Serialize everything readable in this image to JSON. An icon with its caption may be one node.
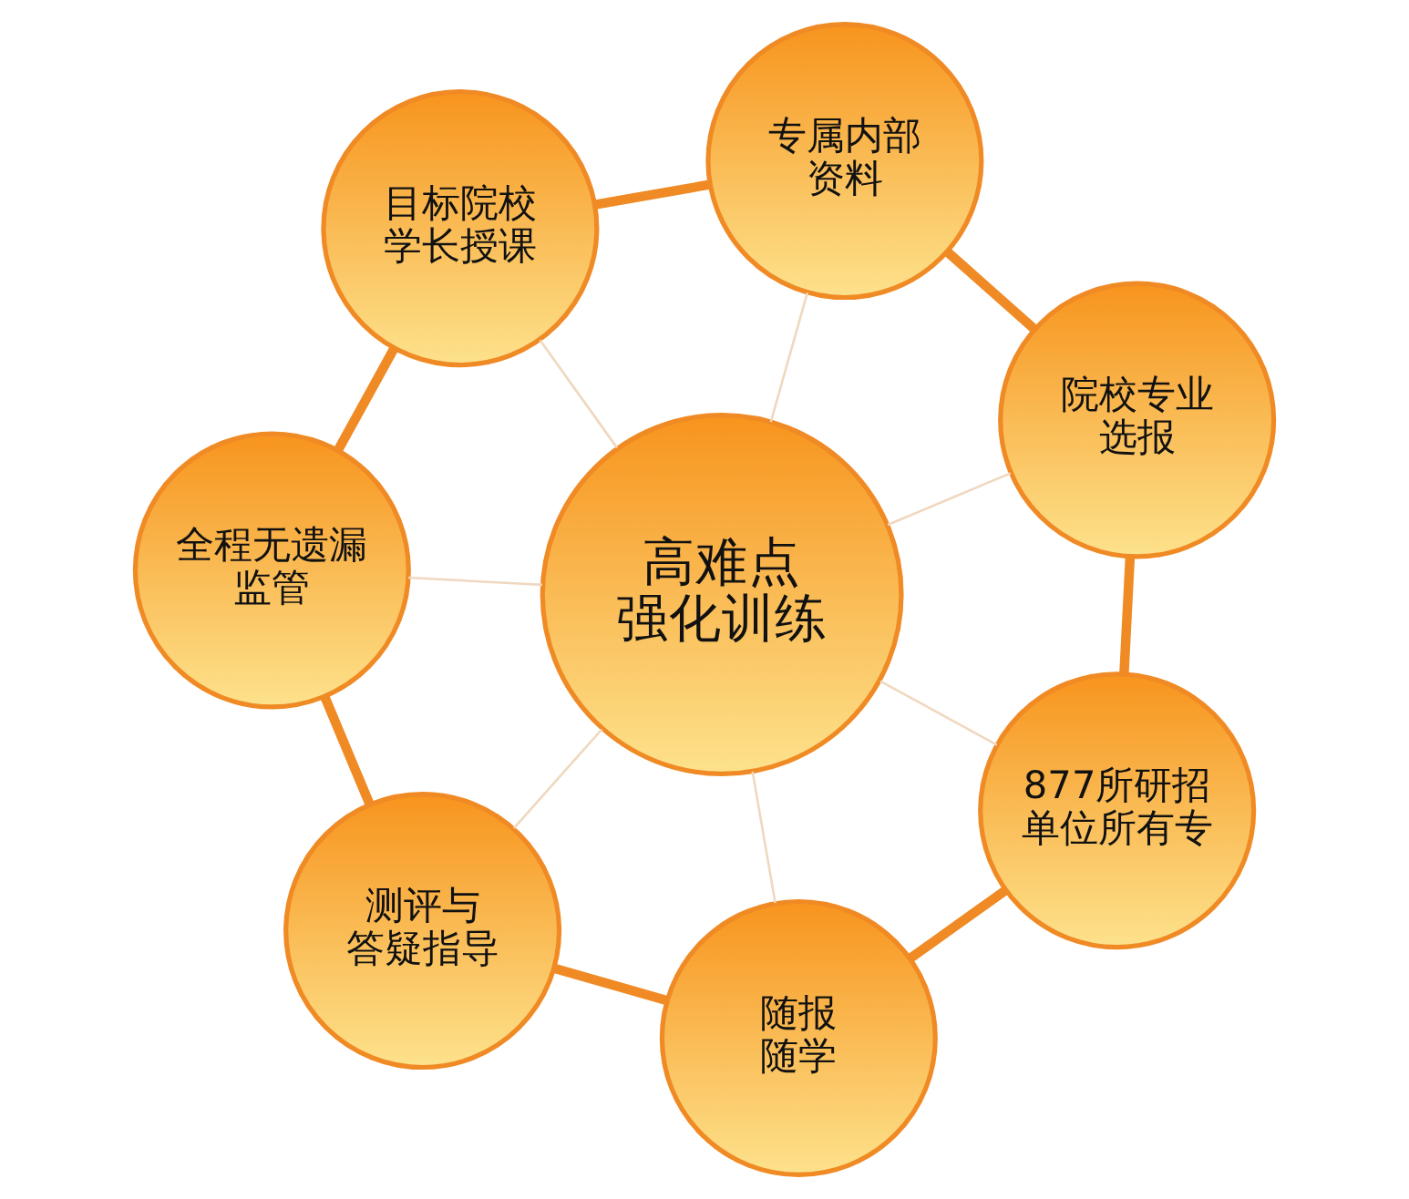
{
  "diagram": {
    "nodes": [
      {
        "text": [
          "高难点强化训练"
        ]
      },
      {
        "text": [
          "877所研招单位所有专"
        ]
      },
      {
        "text": [
          "院校专业选报"
        ]
      },
      {
        "text": [
          "专属内部资料"
        ]
      },
      {
        "text": [
          "目标院校学长授课"
        ]
      },
      {
        "text": [
          "全程无遗漏监管"
        ]
      },
      {
        "text": [
          "测评与答疑指导"
        ]
      },
      {
        "text": [
          "随报随学"
        ]
      }
    ],
    "edges": [
      {
        "from": 0,
        "to": 1,
        "arrow": "none",
        "color": "#f0d8c0"
      },
      {
        "from": 0,
        "to": 2,
        "arrow": "none",
        "color": "#f0d8c0"
      },
      {
        "from": 0,
        "to": 3,
        "arrow": "none",
        "color": "#f0d8c0"
      },
      {
        "from": 0,
        "to": 4,
        "arrow": "none",
        "color": "#f0d8c0"
      },
      {
        "from": 0,
        "to": 5,
        "arrow": "none",
        "color": "#f0d8c0"
      },
      {
        "from": 0,
        "to": 6,
        "arrow": "none",
        "color": "#f0d8c0"
      },
      {
        "from": 0,
        "to": 7,
        "arrow": "none",
        "color": "#f0d8c0"
      },
      {
        "from": 1,
        "to": 2,
        "arrow": "none",
        "style": "thick",
        "color": "#f08a24"
      },
      {
        "from": 2,
        "to": 3,
        "arrow": "none",
        "style": "thick",
        "color": "#f08a24"
      },
      {
        "from": 3,
        "to": 4,
        "arrow": "none",
        "style": "thick",
        "color": "#f08a24"
      },
      {
        "from": 4,
        "to": 5,
        "arrow": "none",
        "style": "thick",
        "color": "#f08a24"
      },
      {
        "from": 5,
        "to": 6,
        "arrow": "none",
        "style": "thick",
        "color": "#f08a24"
      },
      {
        "from": 6,
        "to": 7,
        "arrow": "none",
        "style": "thick",
        "color": "#f08a24"
      },
      {
        "from": 7,
        "to": 1,
        "arrow": "none",
        "style": "thick",
        "color": "#f08a24"
      }
    ]
  }
}
